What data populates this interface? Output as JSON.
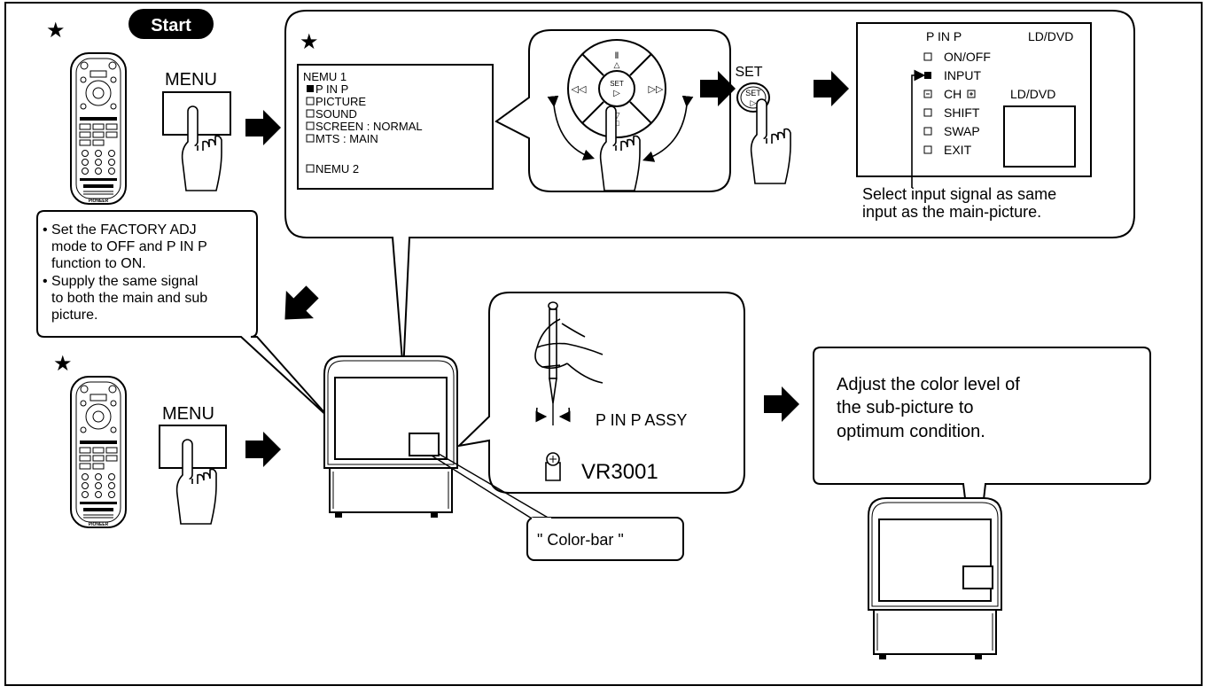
{
  "labels": {
    "start": "Start",
    "menu_1": "MENU",
    "menu_2": "MENU",
    "set_label": "SET",
    "set_key": "SET",
    "dpad_center": "SET"
  },
  "menu_screen": {
    "title": "NEMU 1",
    "items": [
      "P IN P",
      "PICTURE",
      "SOUND",
      "SCREEN : NORMAL",
      "MTS : MAIN"
    ],
    "footer": "NEMU 2"
  },
  "pinp_screen": {
    "title": "P IN P",
    "source": "LD/DVD",
    "sub_source": "LD/DVD",
    "items": [
      "ON/OFF",
      "INPUT",
      "CH",
      "SHIFT",
      "SWAP",
      "EXIT"
    ]
  },
  "notes": {
    "select_input": [
      "Select input signal as same",
      "input as the main-picture."
    ],
    "setup": [
      "• Set the FACTORY ADJ",
      "mode to OFF and P IN P",
      "function to ON.",
      "• Supply the same signal",
      "to both the main and sub",
      "picture."
    ],
    "color_bar": "\" Color-bar \"",
    "adjust": [
      "Adjust the color level of",
      "the sub-picture to",
      "optimum condition."
    ]
  },
  "adjust_detail": {
    "assy": "P IN P  ASSY",
    "vr": "VR3001"
  },
  "remote": {
    "brand": "PIONEER"
  },
  "colors": {
    "ink": "#000000",
    "paper": "#ffffff"
  }
}
